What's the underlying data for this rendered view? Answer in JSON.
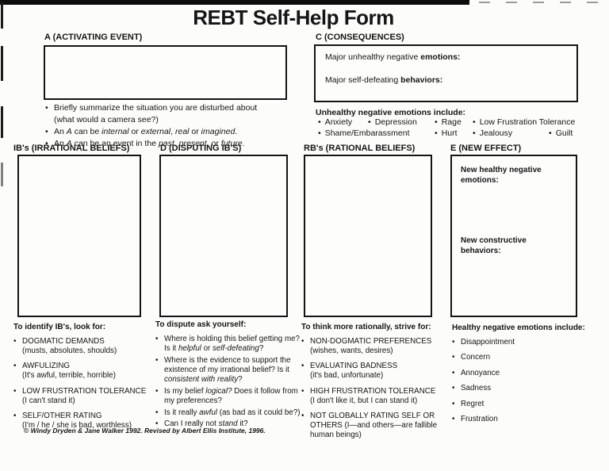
{
  "page": {
    "title": "REBT Self-Help Form",
    "copyright": "© Windy Dryden & Jane Walker 1992. Revised by Albert Ellis Institute, 1996."
  },
  "sectionA": {
    "label": "A (ACTIVATING EVENT)",
    "bullet1_line1": [
      {
        "t": "Briefly summarize the situation you are disturbed about"
      }
    ],
    "bullet1_line2": "(what would a camera see?)",
    "bullet2": [
      {
        "t": "An "
      },
      {
        "t": "A",
        "i": 1
      },
      {
        "t": " can be "
      },
      {
        "t": "internal",
        "i": 1
      },
      {
        "t": " or "
      },
      {
        "t": "external",
        "i": 1
      },
      {
        "t": ", "
      },
      {
        "t": "real",
        "i": 1
      },
      {
        "t": " or "
      },
      {
        "t": "imagined",
        "i": 1
      },
      {
        "t": "."
      }
    ],
    "bullet3": [
      {
        "t": "An "
      },
      {
        "t": "A",
        "i": 1
      },
      {
        "t": " can be an event in the "
      },
      {
        "t": "past",
        "i": 1
      },
      {
        "t": ", "
      },
      {
        "t": "present",
        "i": 1
      },
      {
        "t": ", or "
      },
      {
        "t": "future",
        "i": 1
      },
      {
        "t": "."
      }
    ]
  },
  "sectionC": {
    "label": "C (CONSEQUENCES)",
    "box_line1": [
      {
        "t": "Major unhealthy negative "
      },
      {
        "t": "emotions:",
        "b": 1
      }
    ],
    "box_line2": [
      {
        "t": "Major self-defeating "
      },
      {
        "t": "behaviors:",
        "b": 1
      }
    ],
    "unhealthy_header": "Unhealthy negative emotions include:",
    "emotions": [
      "Anxiety",
      "Depression",
      "Rage",
      "Low Frustration Tolerance",
      "Shame/Embarassment",
      "Hurt",
      "Jealousy",
      "Guilt"
    ]
  },
  "ib": {
    "label": "IB's (IRRATIONAL BELIEFS)",
    "list_header": "To identify IB's, look for:",
    "items": [
      {
        "main": "DOGMATIC DEMANDS",
        "sub": "(musts, absolutes, shoulds)"
      },
      {
        "main": "AWFULIZING",
        "sub": "(It's awful, terrible, horrible)"
      },
      {
        "main": "LOW FRUSTRATION TOLERANCE",
        "sub": "(I can't stand it)"
      },
      {
        "main": "SELF/OTHER RATING",
        "sub": "(I'm / he / she is bad, worthless)"
      }
    ]
  },
  "d": {
    "label": "D (DISPUTING IB'S)",
    "list_header": "To dispute ask yourself:",
    "items": [
      [
        {
          "t": "Where is holding this belief getting me? Is it "
        },
        {
          "t": "helpful",
          "i": 1
        },
        {
          "t": " or "
        },
        {
          "t": "self-defeating",
          "i": 1
        },
        {
          "t": "?"
        }
      ],
      [
        {
          "t": "Where is the evidence to support the existence of my irrational belief? Is it "
        },
        {
          "t": "consistent with reality",
          "i": 1
        },
        {
          "t": "?"
        }
      ],
      [
        {
          "t": "Is my belief "
        },
        {
          "t": "logical?",
          "i": 1
        },
        {
          "t": " Does it follow from my preferences?"
        }
      ],
      [
        {
          "t": "Is it really "
        },
        {
          "t": "awful",
          "i": 1
        },
        {
          "t": " (as bad as it could be?)"
        }
      ],
      [
        {
          "t": "Can I really not "
        },
        {
          "t": "stand",
          "i": 1
        },
        {
          "t": " it?"
        }
      ]
    ]
  },
  "rb": {
    "label": "RB's (RATIONAL BELIEFS)",
    "list_header": "To think more rationally, strive for:",
    "items": [
      {
        "main": "NON-DOGMATIC PREFERENCES",
        "sub": "(wishes, wants, desires)"
      },
      {
        "main": "EVALUATING BADNESS",
        "sub": "(it's bad, unfortunate)"
      },
      {
        "main": "HIGH FRUSTRATION TOLERANCE",
        "sub": "(I don't like it, but I can stand it)"
      },
      {
        "main": "NOT GLOBALLY RATING SELF OR OTHERS (I—and others—are fallible human beings)",
        "sub": ""
      }
    ]
  },
  "e": {
    "label": "E (NEW EFFECT)",
    "box_text1": "New healthy negative emotions:",
    "box_text2": "New constructive behaviors:",
    "list_header": "Healthy negative emotions include:",
    "items": [
      "Disappointment",
      "Concern",
      "Annoyance",
      "Sadness",
      "Regret",
      "Frustration"
    ]
  }
}
